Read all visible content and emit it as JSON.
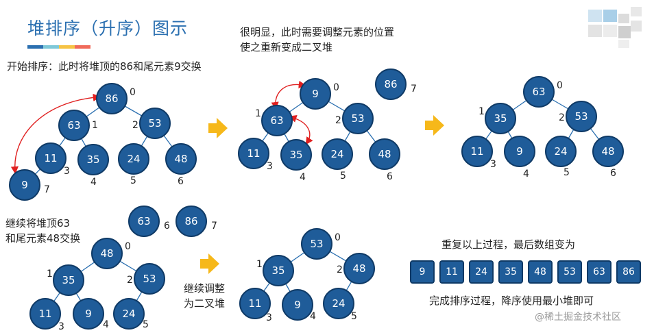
{
  "title": "堆排序（升序）图示",
  "brand_colors": [
    "#2a6fb0",
    "#7ec8d8",
    "#f6c344",
    "#f06a5a"
  ],
  "node_color": "#1f5c99",
  "arrow_color": "#f6b81a",
  "swap_arrow_color": "#e02020",
  "captions": {
    "step1": "开始排序：此时将堆顶的86和尾元素9交换",
    "step2_line1": "很明显，此时需要调整元素的位置",
    "step2_line2": "使之重新变成二叉堆",
    "step4_line1": "继续将堆顶63",
    "step4_line2": "和尾元素48交换",
    "step5_line1": "继续调整",
    "step5_line2": "为二叉堆",
    "repeat": "重复以上过程，最后数组变为",
    "done": "完成排序过程，降序使用最小堆即可"
  },
  "trees": {
    "t1": {
      "values": [
        "86",
        "63",
        "53",
        "11",
        "35",
        "24",
        "48",
        "9"
      ],
      "indices": [
        "0",
        "1",
        "2",
        "3",
        "4",
        "5",
        "6",
        "7"
      ]
    },
    "t2": {
      "values": [
        "9",
        "63",
        "53",
        "11",
        "35",
        "24",
        "48"
      ],
      "indices": [
        "0",
        "1",
        "2",
        "3",
        "4",
        "5",
        "6"
      ],
      "removed": {
        "value": "86",
        "index": "7"
      }
    },
    "t3": {
      "values": [
        "63",
        "35",
        "53",
        "11",
        "9",
        "24",
        "48"
      ],
      "indices": [
        "0",
        "1",
        "2",
        "3",
        "4",
        "5",
        "6"
      ]
    },
    "t4": {
      "values": [
        "48",
        "35",
        "53",
        "11",
        "9",
        "24"
      ],
      "indices": [
        "0",
        "1",
        "2",
        "3",
        "4",
        "5"
      ],
      "removed": [
        {
          "value": "63",
          "index": "6"
        },
        {
          "value": "86",
          "index": "7"
        }
      ]
    },
    "t5": {
      "values": [
        "53",
        "35",
        "48",
        "11",
        "9",
        "24"
      ],
      "indices": [
        "0",
        "1",
        "2",
        "3",
        "4",
        "5"
      ]
    }
  },
  "final_array": [
    "9",
    "11",
    "24",
    "35",
    "48",
    "53",
    "63",
    "86"
  ],
  "watermark": "@稀土掘金技术社区"
}
